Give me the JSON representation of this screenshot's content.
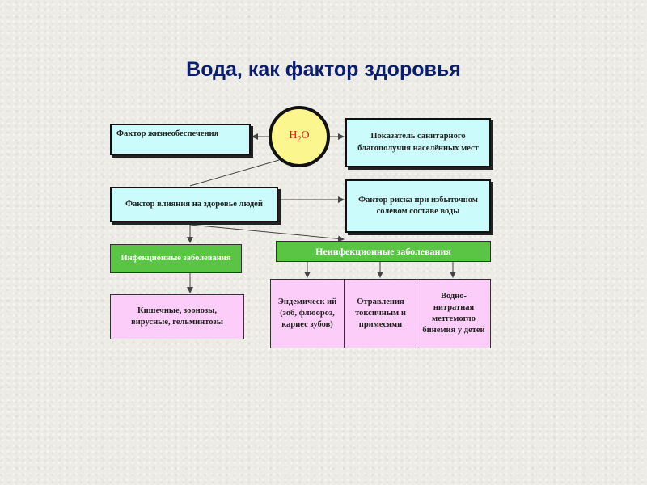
{
  "title": "Вода, как фактор здоровья",
  "center": {
    "h": "H",
    "sub": "2",
    "o": "O"
  },
  "boxes": {
    "life_support": "Фактор жизнеобеспечения",
    "sanitary": "Показатель санитарного благополучия населённых мест",
    "health_influence": "Фактор влияния на здоровье людей",
    "risk": "Фактор риска при избыточном солевом составе воды",
    "infectious": "Инфекционные заболевания",
    "non_infectious": "Неинфекционные заболевания",
    "infectious_detail": "Кишечные, зоонозы, вирусные, гельминтозы",
    "endemic": "Эндемическ ий (зоб, флюороз, кариес зубов)",
    "poisoning": "Отравления токсичным и примесями",
    "nitrate": "Водно-нитратная метгемогло бинемия у детей"
  },
  "colors": {
    "cyan": "#ccfbfb",
    "green": "#5ac444",
    "pink": "#fccdf8",
    "yellow": "#fbf68e",
    "title": "#0b1e6e"
  }
}
